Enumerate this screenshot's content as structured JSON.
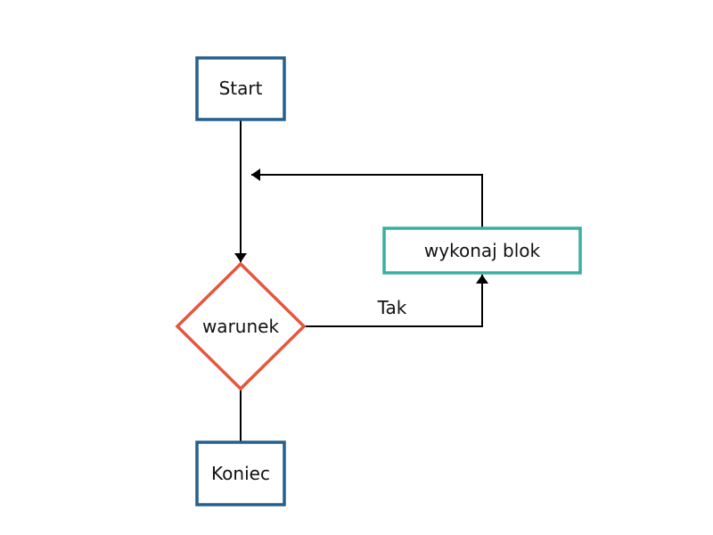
{
  "nodes": {
    "start": {
      "label": "Start",
      "shape": "rectangle",
      "color": "#255f8f"
    },
    "condition": {
      "label": "warunek",
      "shape": "diamond",
      "color": "#e5563d"
    },
    "loop_body": {
      "label": "wykonaj blok",
      "shape": "rectangle",
      "color": "#3aaea1"
    },
    "end": {
      "label": "Koniec",
      "shape": "rectangle",
      "color": "#255f8f"
    }
  },
  "edges": {
    "yes_label": "Tak"
  },
  "colors": {
    "connector": "#000000",
    "background": "#ffffff"
  }
}
